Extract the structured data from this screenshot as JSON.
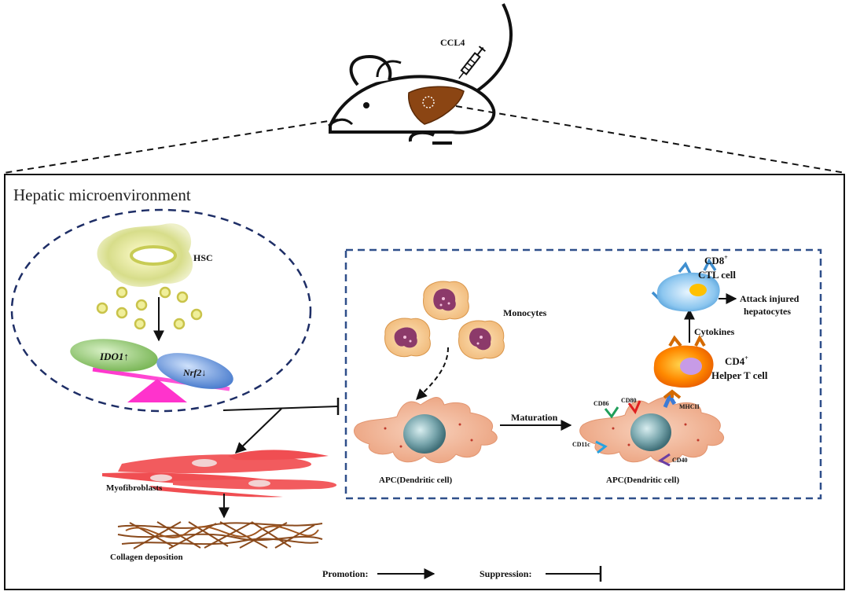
{
  "panel": {
    "title": "Hepatic microenvironment"
  },
  "mouse": {
    "injection_label": "CCL4"
  },
  "left_circle": {
    "hsc_label": "HSC",
    "ido1_label": "IDO1↑",
    "nrf2_label": "Nrf2↓"
  },
  "fibrosis": {
    "myofibroblasts_label": "Myofibroblasts",
    "collagen_label": "Collagen deposition"
  },
  "immune_box": {
    "monocytes_label": "Monocytes",
    "apc_left_label": "APC(Dendritic cell)",
    "maturation_label": "Maturation",
    "apc_right_label": "APC(Dendritic cell)",
    "markers": {
      "cd86": "CD86",
      "cd80": "CD80",
      "mhcii": "MHCII",
      "cd11c": "CD11c",
      "cd40": "CD40"
    },
    "cd4_label_line1": "CD4",
    "cd4_sup": "+",
    "cd4_label_line2": "Helper T cell",
    "cytokines_label": "Cytokines",
    "cd8_label_line1": "CD8",
    "cd8_sup": "+",
    "cd8_label_line2": "CTL cell",
    "attack_line1": "Attack injured",
    "attack_line2": "hepatocytes"
  },
  "legend": {
    "promotion_label": "Promotion:",
    "suppression_label": "Suppression:"
  },
  "colors": {
    "liver": "#8B4513",
    "hsc": "#d9df8a",
    "ido1": "#86c265",
    "nrf2": "#4f86d6",
    "seesaw": "#ff33cc",
    "myofibroblast": "#f2575a",
    "collagen": "#8a4a1c",
    "dc_body": "#f3b08f",
    "dc_nucleus": "#5f8f97",
    "monocyte": "#f6c98f",
    "monocyte_nucleus": "#8c3a6a",
    "cd4_cell": "#ff7a00",
    "cd4_nucleus": "#c79be6",
    "cd8_cell": "#5aa8de",
    "cd8_nucleus": "#ffc000",
    "dashed_box": "#2f4f8a",
    "dashed_circle": "#1e2e66"
  }
}
